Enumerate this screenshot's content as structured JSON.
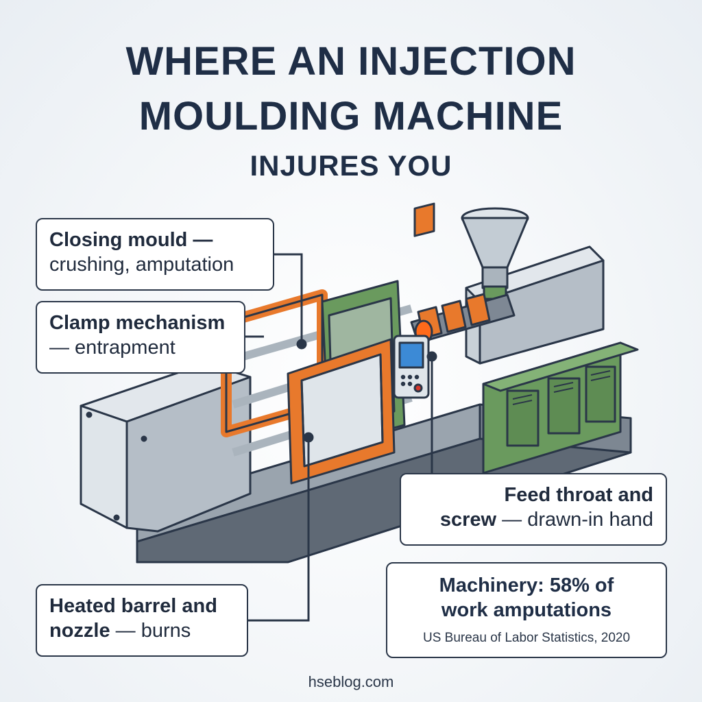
{
  "title": {
    "line1": "WHERE AN INJECTION",
    "line2": "MOULDING MACHINE",
    "line3": "INJURES YOU"
  },
  "callouts": {
    "closing_mould": {
      "bold": "Closing mould —",
      "rest": "crushing, amputation"
    },
    "clamp": {
      "bold": "Clamp mechanism",
      "rest": "— entrapment"
    },
    "feed": {
      "bold_1": "Feed throat and",
      "bold_2": "screw",
      "rest": " — drawn-in hand"
    },
    "barrel": {
      "bold_1": "Heated barrel and",
      "bold_2": "nozzle",
      "rest": " — burns"
    }
  },
  "stat": {
    "headline_1": "Machinery: 58% of",
    "headline_2": "work amputations",
    "source": "US Bureau of Labor Statistics, 2020"
  },
  "footer": "hseblog.com",
  "colors": {
    "title": "#1f2e46",
    "orange": "#e8792c",
    "green": "#6a9a5e",
    "steel": "#b9c3cc",
    "frame": "#5a6470"
  }
}
